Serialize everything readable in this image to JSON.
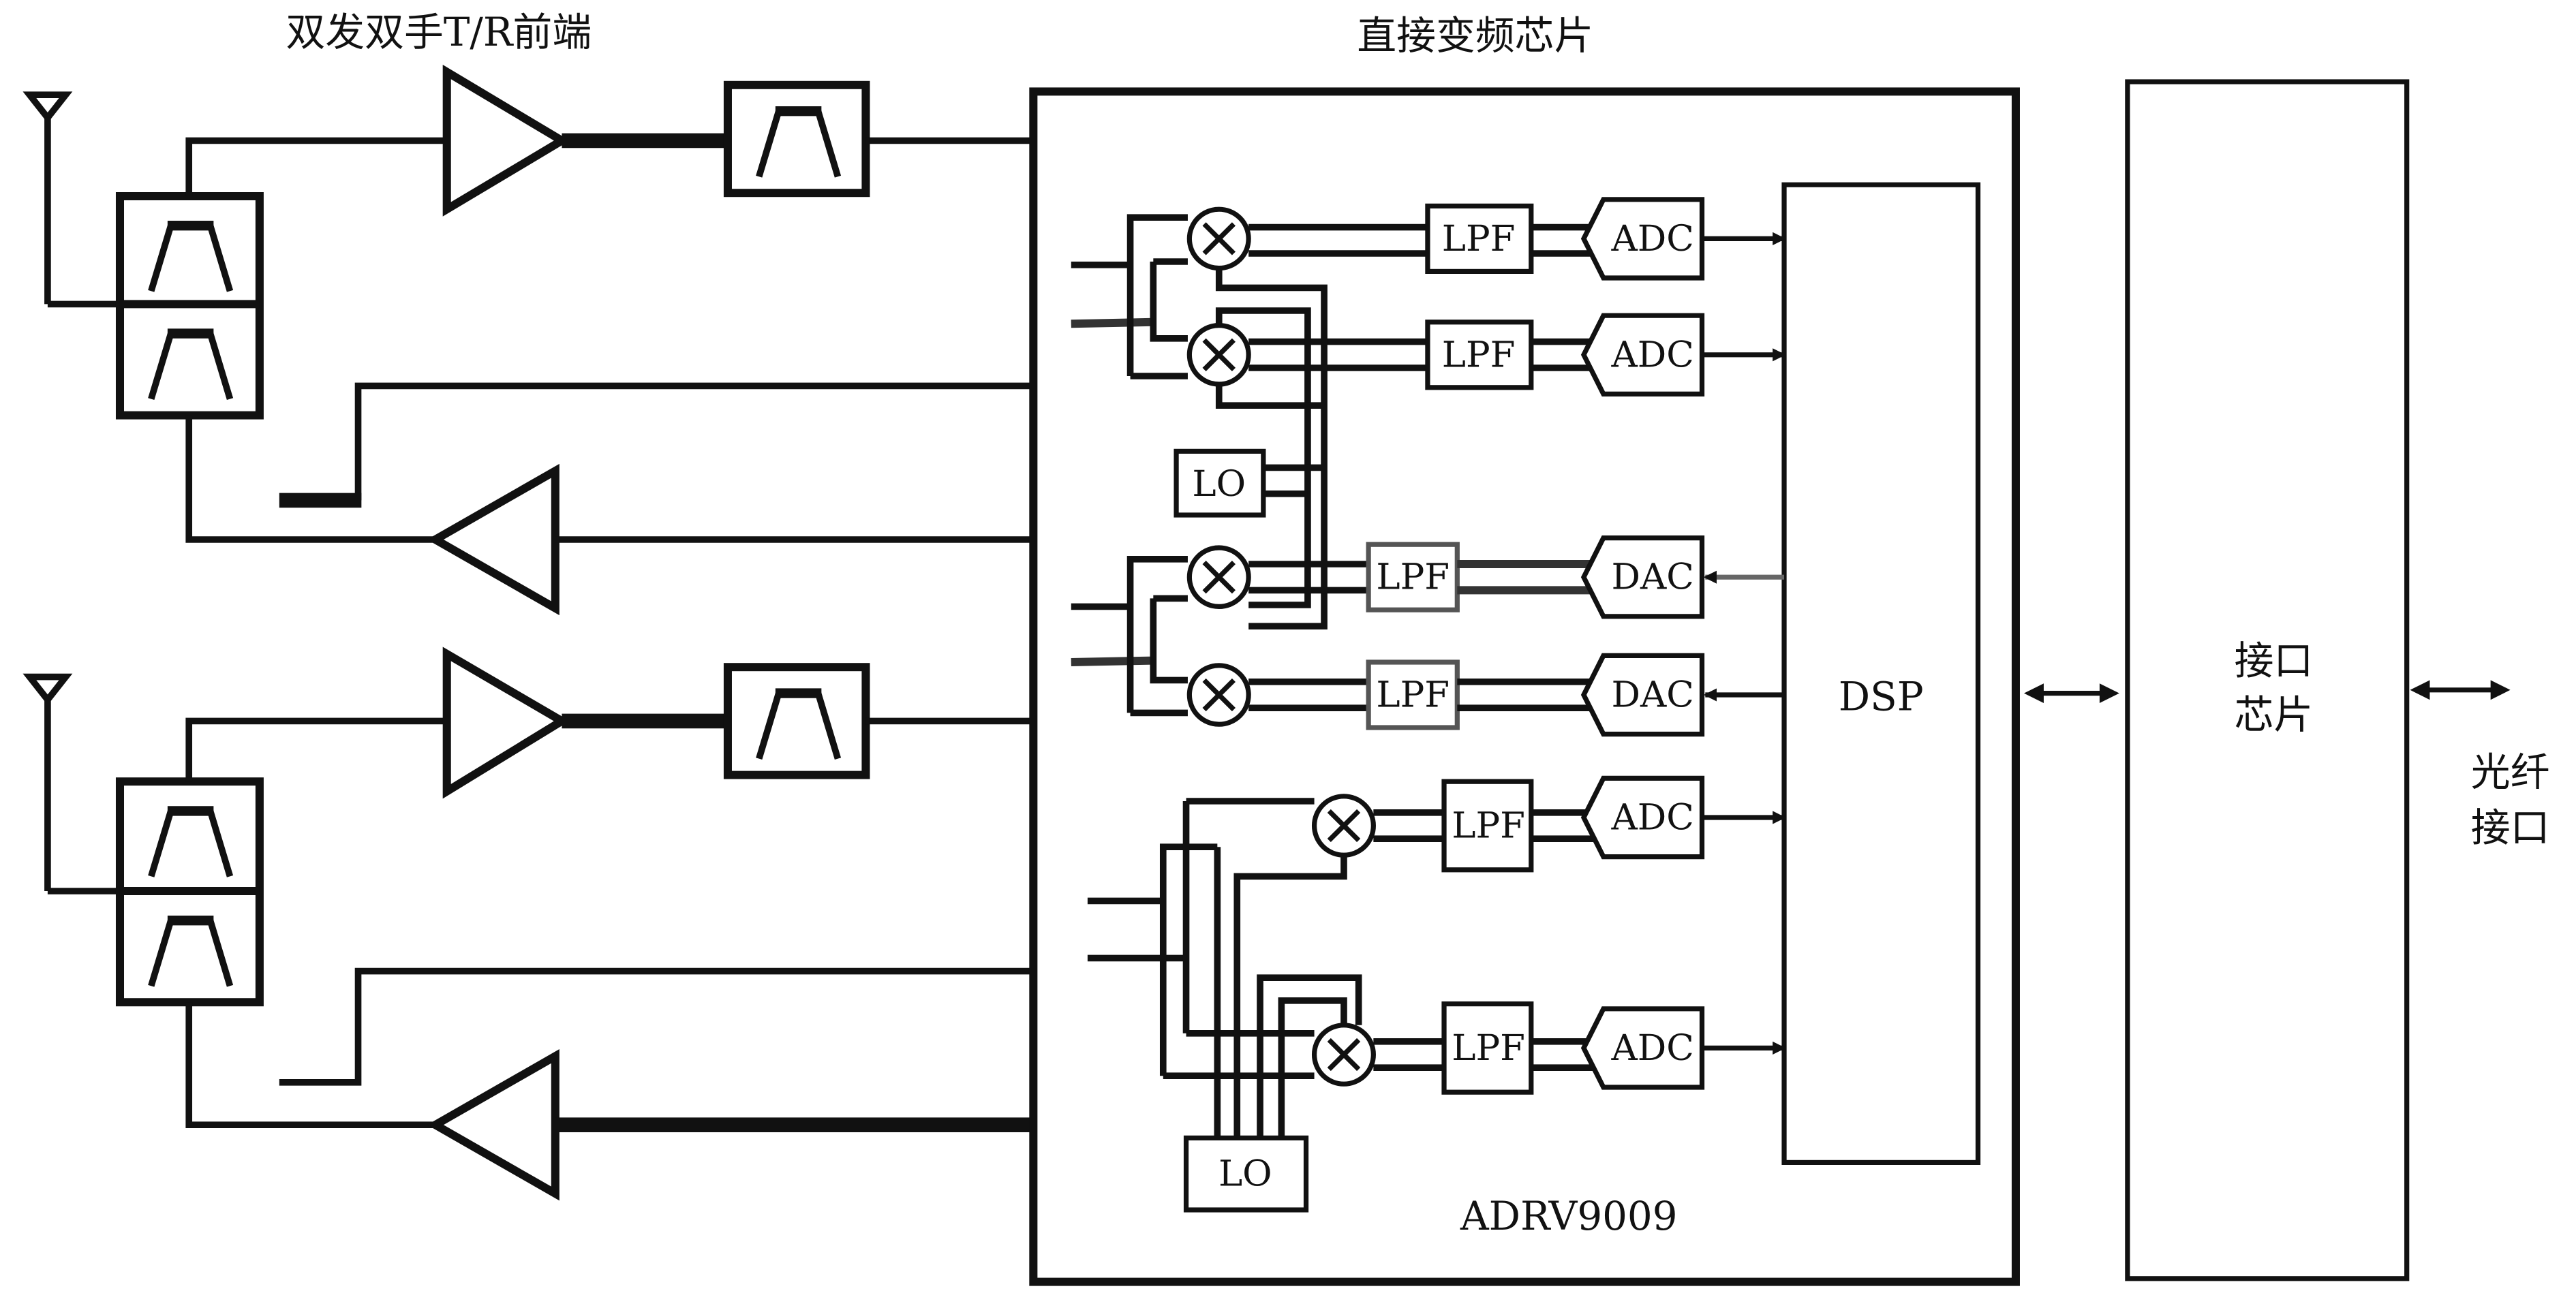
{
  "titles": {
    "frontend": "双发双手T/R前端",
    "chip": "直接变频芯片"
  },
  "chip_blocks": {
    "lpf": "LPF",
    "adc": "ADC",
    "dac": "DAC",
    "lo": "LO",
    "dsp": "DSP",
    "chip_name": "ADRV9009"
  },
  "interface_chip": {
    "line1": "接口",
    "line2": "芯片"
  },
  "fiber_interface": {
    "line1": "光纤",
    "line2": "接口"
  }
}
